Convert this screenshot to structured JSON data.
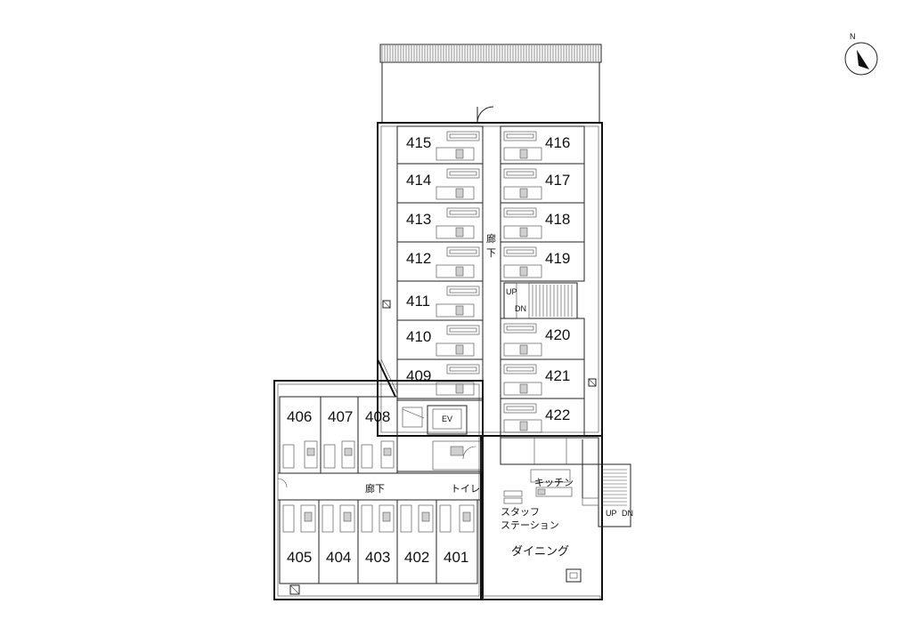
{
  "rooms": {
    "east_wing_left": [
      "415",
      "414",
      "413",
      "412",
      "411",
      "410",
      "409"
    ],
    "east_wing_right": [
      "416",
      "417",
      "418",
      "419",
      "420",
      "421",
      "422"
    ],
    "west_top": [
      "406",
      "407",
      "408"
    ],
    "west_bottom": [
      "405",
      "404",
      "403",
      "402",
      "401"
    ]
  },
  "labels": {
    "corridor_north_line1": "廊",
    "corridor_north_line2": "下",
    "corridor_south": "廊下",
    "elevator": "EV",
    "toilet": "トイレ",
    "kitchen": "キッチン",
    "staff_station_line1": "スタッフ",
    "staff_station_line2": "ステーション",
    "dining": "ダイニング",
    "stair_up": "UP",
    "stair_down": "DN",
    "stair2_up": "UP",
    "stair2_down": "DN",
    "north": "N"
  }
}
